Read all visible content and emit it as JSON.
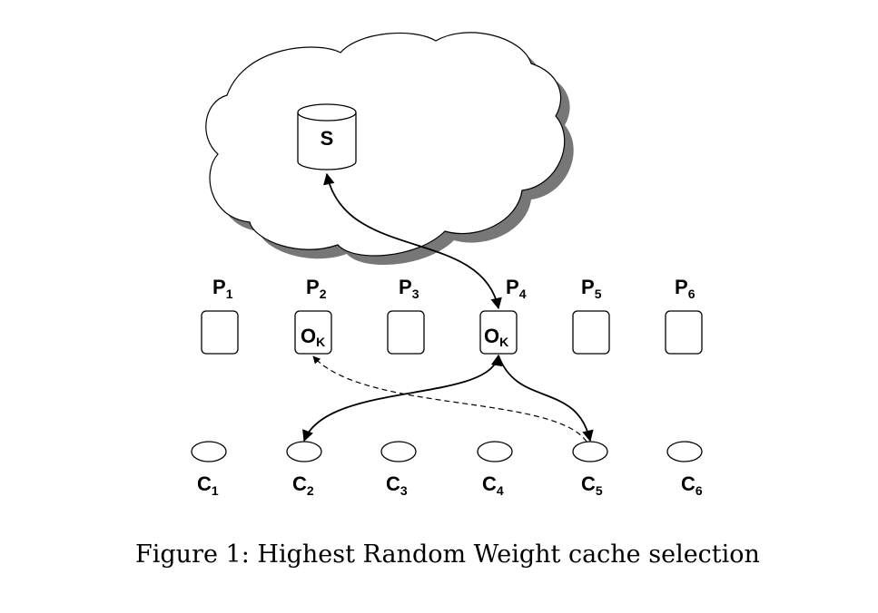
{
  "server": {
    "label": "S"
  },
  "proxies": [
    {
      "name": "P",
      "index": "1"
    },
    {
      "name": "P",
      "index": "2"
    },
    {
      "name": "P",
      "index": "3"
    },
    {
      "name": "P",
      "index": "4"
    },
    {
      "name": "P",
      "index": "5"
    },
    {
      "name": "P",
      "index": "6"
    }
  ],
  "objects": [
    {
      "proxy": "2",
      "name": "O",
      "sub": "K",
      "color": "#9a9a9a"
    },
    {
      "proxy": "4",
      "name": "O",
      "sub": "K",
      "color": "#000000"
    }
  ],
  "clients": [
    {
      "name": "C",
      "index": "1"
    },
    {
      "name": "C",
      "index": "2"
    },
    {
      "name": "C",
      "index": "3"
    },
    {
      "name": "C",
      "index": "4"
    },
    {
      "name": "C",
      "index": "5"
    },
    {
      "name": "C",
      "index": "6"
    }
  ],
  "caption": "Figure 1: Highest Random Weight cache selection",
  "colors": {
    "stroke": "#000000",
    "cloud_shadow": "#777777",
    "inactive_object": "#9a9a9a"
  }
}
